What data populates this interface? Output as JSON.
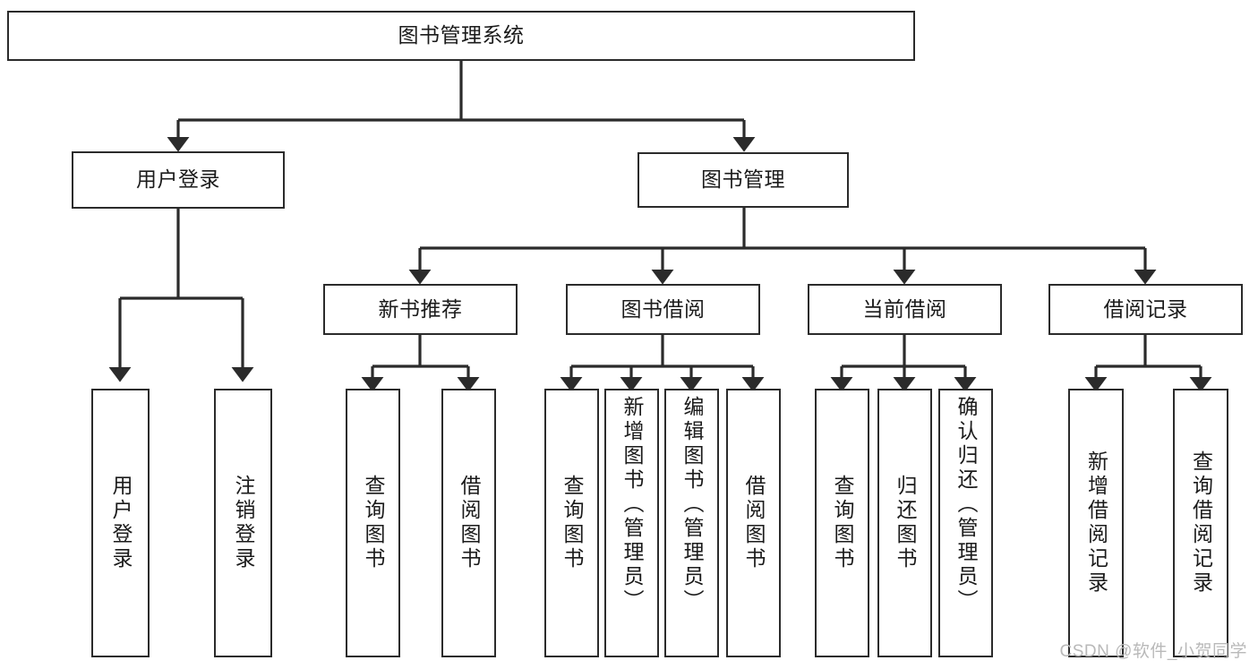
{
  "diagram": {
    "title": "图书管理系统",
    "type": "tree",
    "watermark": "CSDN @软件_小贺同学",
    "colors": {
      "box_border": "#2b2b2b",
      "box_fill": "#ffffff",
      "connector": "#2b2b2b",
      "text": "#1b1b1b",
      "watermark": "#b9b9b9"
    },
    "root": {
      "label": "图书管理系统"
    },
    "level2": [
      {
        "label": "用户登录"
      },
      {
        "label": "图书管理"
      }
    ],
    "level3": [
      {
        "label": "新书推荐"
      },
      {
        "label": "图书借阅"
      },
      {
        "label": "当前借阅"
      },
      {
        "label": "借阅记录"
      }
    ],
    "leaves": {
      "user_login": [
        {
          "label": "用户登录"
        },
        {
          "label": "注销登录"
        }
      ],
      "new_book_recommend": [
        {
          "label": "查询图书"
        },
        {
          "label": "借阅图书"
        }
      ],
      "book_borrow": [
        {
          "label": "查询图书"
        },
        {
          "label": "新增图书（管理员）"
        },
        {
          "label": "编辑图书（管理员）"
        },
        {
          "label": "借阅图书"
        }
      ],
      "current_borrow": [
        {
          "label": "查询图书"
        },
        {
          "label": "归还图书"
        },
        {
          "label": "确认归还（管理员）"
        }
      ],
      "borrow_record": [
        {
          "label": "新增借阅记录"
        },
        {
          "label": "查询借阅记录"
        }
      ]
    }
  }
}
